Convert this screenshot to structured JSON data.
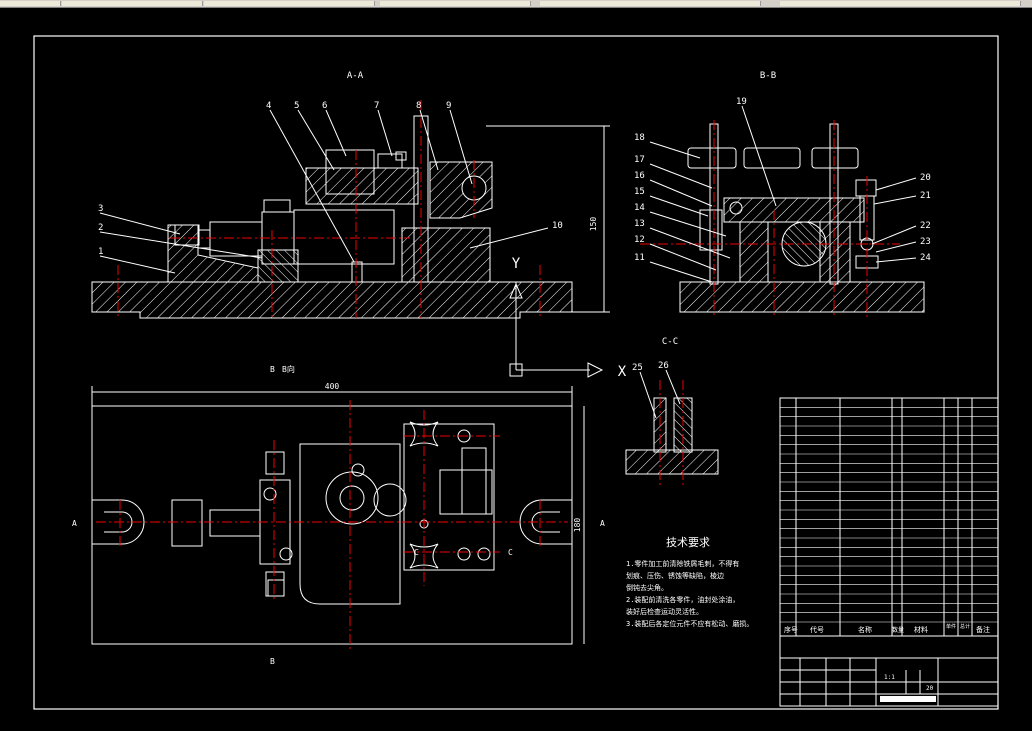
{
  "views": {
    "section_aa": "A-A",
    "section_bb": "B-B",
    "section_cc": "C-C",
    "view_b": "B向"
  },
  "balloons": [
    "1",
    "2",
    "3",
    "4",
    "5",
    "6",
    "7",
    "8",
    "9",
    "10",
    "11",
    "12",
    "13",
    "14",
    "15",
    "16",
    "17",
    "18",
    "19",
    "20",
    "21",
    "22",
    "23",
    "24",
    "25",
    "26"
  ],
  "dimensions": {
    "length": "400",
    "height": "150",
    "width": "180"
  },
  "section_marks": {
    "a_left": "A",
    "a_right": "A",
    "c_left": "C",
    "c_right": "C",
    "b_top": "B",
    "b_bottom": "B"
  },
  "ucs": {
    "y": "Y",
    "x": "X"
  },
  "tech_requirements": {
    "title": "技术要求",
    "lines": [
      "1.零件加工前清除铁屑毛刺，不得有",
      "  划痕、压伤、锈蚀等缺陷，棱边",
      "  倒钝去尖角。",
      "2.装配前清洗各零件，油封处涂油，",
      "  装好后检查运动灵活性。",
      "3.装配后各定位元件不应有松动、磨损。"
    ]
  },
  "title_block": {
    "headers": [
      "序号",
      "代号",
      "名称",
      "数量",
      "材料",
      "单件",
      "总计",
      "备注"
    ],
    "row_count": 24,
    "scale": "1:1",
    "sheet": "20"
  }
}
